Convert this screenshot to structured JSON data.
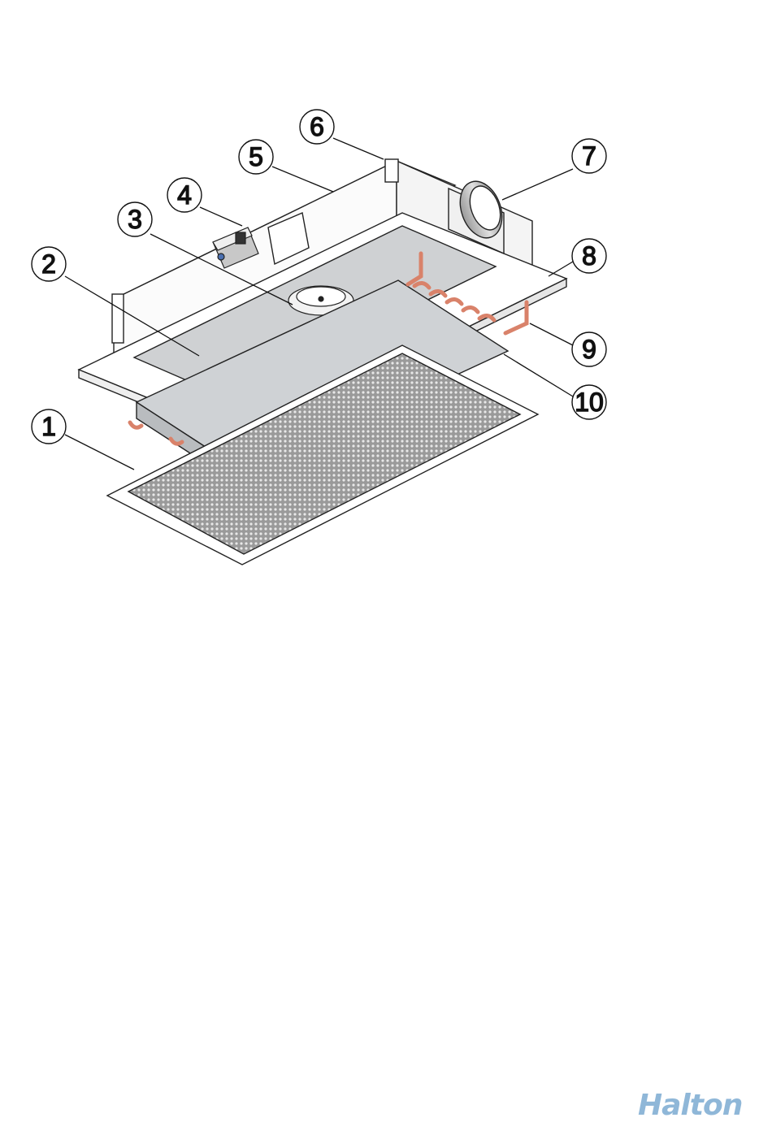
{
  "callouts": [
    {
      "id": "1",
      "label": "1"
    },
    {
      "id": "2",
      "label": "2"
    },
    {
      "id": "3",
      "label": "3"
    },
    {
      "id": "4",
      "label": "4"
    },
    {
      "id": "5",
      "label": "5"
    },
    {
      "id": "6",
      "label": "6"
    },
    {
      "id": "7",
      "label": "7"
    },
    {
      "id": "8",
      "label": "8"
    },
    {
      "id": "9",
      "label": "9"
    },
    {
      "id": "10",
      "label": "10"
    }
  ],
  "brand": {
    "logo_text": "Halton",
    "logo_color": "#8fb7d8"
  },
  "colors": {
    "line": "#222222",
    "copper": "#d9826a",
    "panel_grey": "#d4d6d8",
    "grille_dark": "#6e6e6e"
  }
}
